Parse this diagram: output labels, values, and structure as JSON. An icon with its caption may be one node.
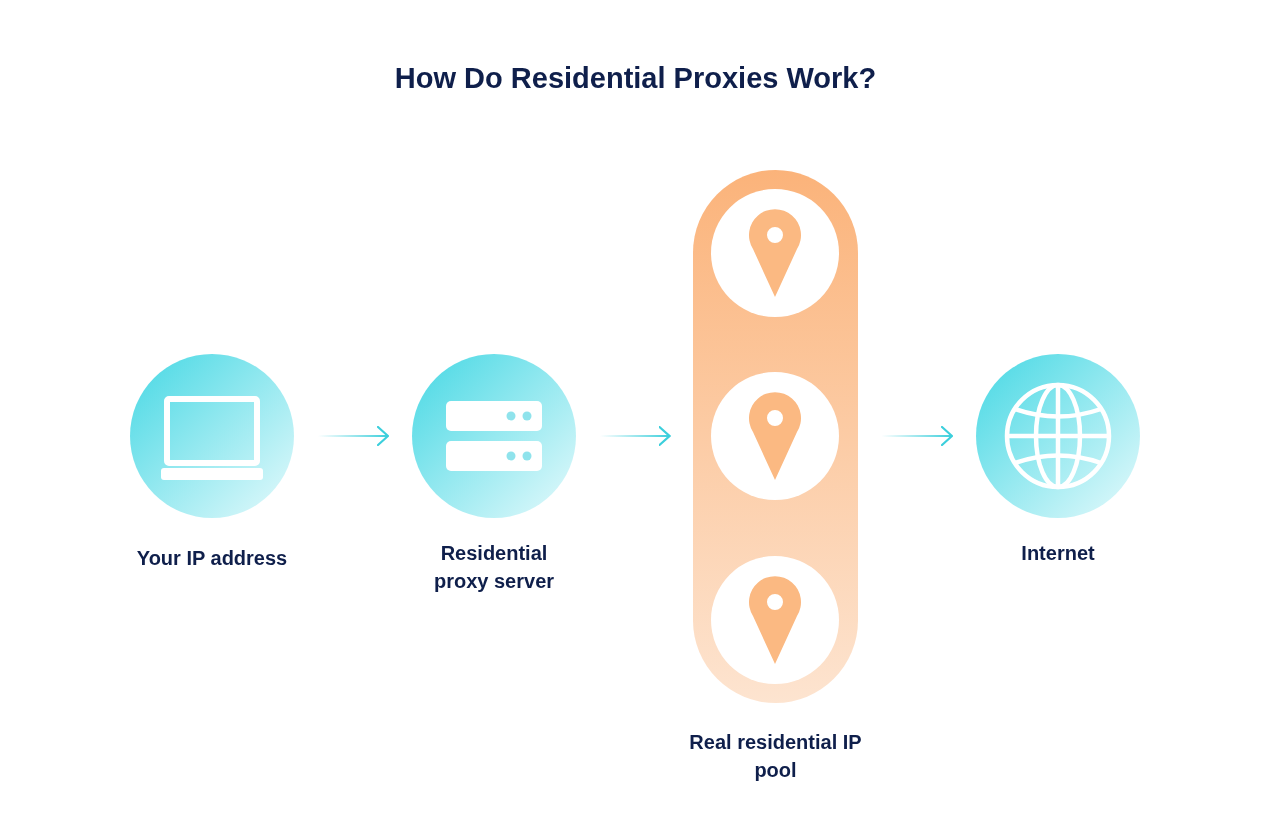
{
  "diagram": {
    "title": "How Do Residential Proxies Work?",
    "nodes": [
      {
        "text": [
          "Your IP address"
        ]
      },
      {
        "text": [
          "Residential proxy server"
        ]
      },
      {
        "text": [
          "Real residential IP pool"
        ]
      },
      {
        "text": [],
        "shape": "circle",
        "in": 2
      },
      {
        "text": [],
        "shape": "circle",
        "in": 2
      },
      {
        "text": [],
        "shape": "circle",
        "in": 2
      },
      {
        "text": [
          "Internet"
        ]
      }
    ],
    "edges": [
      {
        "from": 0,
        "to": 1,
        "arrow": "to"
      },
      {
        "from": 1,
        "to": 2,
        "arrow": "to"
      },
      {
        "from": 2,
        "to": 6,
        "arrow": "to"
      }
    ]
  }
}
